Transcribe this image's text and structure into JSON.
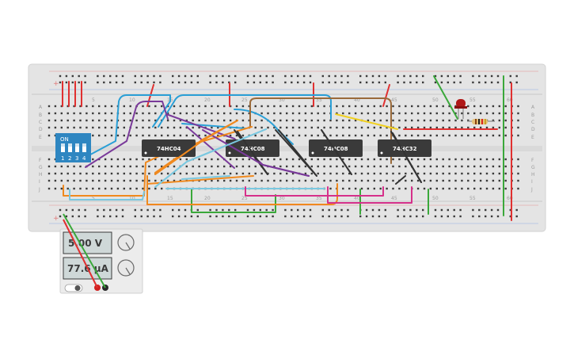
{
  "chips": [
    {
      "label": "74HC04"
    },
    {
      "label": "74HC08"
    },
    {
      "label": "74HC08"
    },
    {
      "label": "74HC32"
    }
  ],
  "column_numbers": [
    "5",
    "10",
    "15",
    "20",
    "25",
    "30",
    "35",
    "40",
    "45",
    "50",
    "55",
    "60"
  ],
  "row_letters_top": [
    "A",
    "B",
    "C",
    "D",
    "E"
  ],
  "row_letters_bottom": [
    "F",
    "G",
    "H",
    "I",
    "J"
  ],
  "dip_switch": {
    "on_label": "ON",
    "numbers": [
      "1",
      "2",
      "3",
      "4"
    ]
  },
  "power_supply": {
    "voltage_display": "5.00 V",
    "current_display": "77.6 µA"
  },
  "colors": {
    "breadboard": "#e6e6e6",
    "chip": "#3a3a3a",
    "dip_switch": "#2e86c1",
    "wire_red": "#e03030",
    "wire_green": "#3aa83a",
    "wire_blue": "#2a9fd6",
    "wire_purple": "#7a3a9a",
    "wire_orange": "#f0891e",
    "wire_brown": "#9a6a3a",
    "wire_yellow": "#f0d020",
    "wire_black": "#333333",
    "wire_magenta": "#d6308a",
    "wire_lightblue": "#7ac8e0",
    "led": "#b01818"
  },
  "icons": [
    "voltage-knob-icon",
    "current-knob-icon",
    "power-toggle-icon",
    "led-icon",
    "resistor-icon"
  ]
}
